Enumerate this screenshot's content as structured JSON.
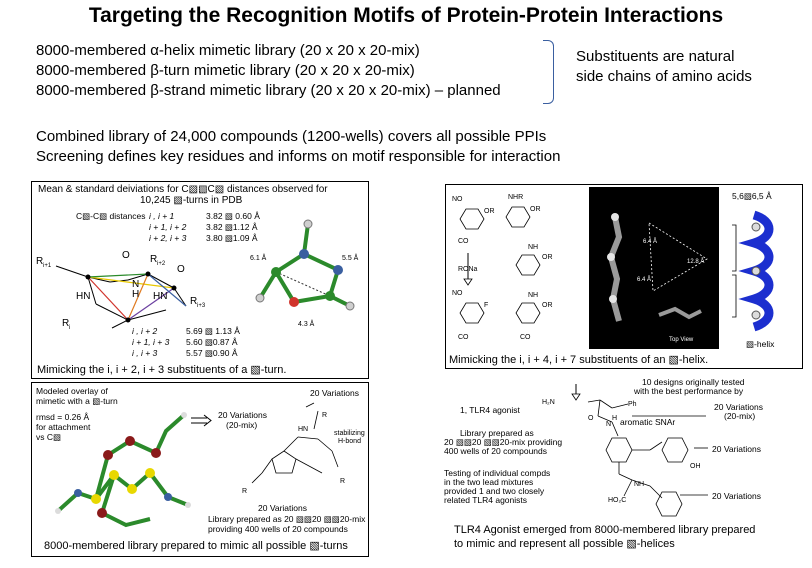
{
  "title": "Targeting the Recognition Motifs of Protein-Protein Interactions",
  "libraries": [
    "8000-membered α-helix mimetic library (20 x 20 x 20-mix)",
    "8000-membered β-turn mimetic library   (20 x 20 x 20-mix)",
    "8000-membered β-strand mimetic library (20 x 20 x 20-mix) – planned"
  ],
  "substituents_note": [
    "Substituents are natural",
    "side chains of amino acids"
  ],
  "combined": [
    "Combined library of 24,000 compounds (1200-wells) covers all possible PPIs",
    "Screening defines key residues and informs on motif responsible for interaction"
  ],
  "panel1": {
    "header1": "Mean & standard deiviations for C▧▧C▧ distances observed for",
    "header2": "10,245 ▧-turns in PDB",
    "dist_label": "C▧-C▧ distances",
    "dist_rows": [
      {
        "i": "i , i + 1",
        "v": "3.82 ▧ 0.60 Å"
      },
      {
        "i": "i + 1, i + 2",
        "v": "3.82 ▧1.12 Å"
      },
      {
        "i": "i + 2, i + 3",
        "v": "3.80 ▧1.09 Å"
      }
    ],
    "lower_rows": [
      {
        "i": "i , i + 2",
        "v": "5.69 ▧ 1.13 Å"
      },
      {
        "i": "i + 1, i + 3",
        "v": "5.60 ▧0.87 Å"
      },
      {
        "i": "i , i + 3",
        "v": "5.57 ▧0.90 Å"
      }
    ],
    "labels": {
      "r_i1": "R",
      "sub_i1": "i+1",
      "r_i2": "R",
      "sub_i2": "i+2",
      "hn1": "HN",
      "hn2": "HN",
      "r_i3": "R",
      "sub_i3": "i+3",
      "ri": "R",
      "sub_i": "i",
      "o1": "O",
      "o2": "O",
      "nh": "N",
      "h": "H"
    },
    "model_labels": {
      "d1": "6.1 Å",
      "d2": "5.5 Å",
      "d3": "4.3 Å"
    },
    "caption": "Mimicking the i, i + 2, i + 3 substituents of a ▧-turn."
  },
  "panel2": {
    "caption": "Mimicking the i, i + 4, i + 7 substituents of an ▧-helix.",
    "helix_dist": "5,6▧6,5 Å",
    "helix_label": "▧-helix",
    "top_view": "Top View",
    "dists": [
      "6.4 Å",
      "12.8 Å",
      "6.4 Å"
    ],
    "chem": {
      "no2a": "NO",
      "or": "OR",
      "co2h": "CO",
      "nhr": "NHR",
      "ori": "OR",
      "nh": "NH",
      "ori4": "OR",
      "rona": "RONa",
      "no2b": "NO",
      "f": "F",
      "co2h2": "CO",
      "co2r": "CO",
      "nh2": "NH",
      "ori7": "OR"
    }
  },
  "panel3": {
    "overlay_lines": [
      "Modeled overlay of",
      "mimetic with a ▧-turn"
    ],
    "rmsd_lines": [
      "rmsd = 0.26 Å",
      "for attachment",
      "vs C▧"
    ],
    "var_top": "20 Variations",
    "var_left": [
      "20 Variations",
      "(20-mix)"
    ],
    "r_i2": "R",
    "stab": [
      "stabilizing",
      "H-bond"
    ],
    "hn": "HN",
    "r_i3": "R",
    "ri": "R",
    "var_bottom": "20 Variations",
    "prep": [
      "Library prepared as 20 ▧▧20 ▧▧20-mix",
      "providing 400 wells of 20 compounds"
    ],
    "caption": "8000-membered library prepared to mimic all possible ▧-turns"
  },
  "panel4": {
    "designs": [
      "10 designs originally tested",
      "with the best performance by"
    ],
    "agonist": "1, TLR4 agonist",
    "var_right1": [
      "20 Variations",
      "(20-mix)"
    ],
    "aromatic": "aromatic SNAr",
    "prepared": [
      "Library prepared as",
      "20 ▧▧20 ▧▧20-mix providing",
      "400 wells of 20 compounds"
    ],
    "var_right2": "20 Variations",
    "testing": [
      "Testing of individual compds",
      "in the two lead mixtures",
      "provided 1 and two closely",
      "related TLR4 agonists"
    ],
    "var_right3": "20 Variations",
    "caption": [
      "TLR4 Agonist emerged from 8000-membered library prepared",
      "to mimic and represent all possible ▧-helices"
    ],
    "chem": {
      "h2n": "H₂N",
      "ph": "Ph",
      "o": "O",
      "nh": "N",
      "h": "H",
      "oh": "OH",
      "nh2": "NH",
      "ho2c": "HO₂C"
    }
  }
}
